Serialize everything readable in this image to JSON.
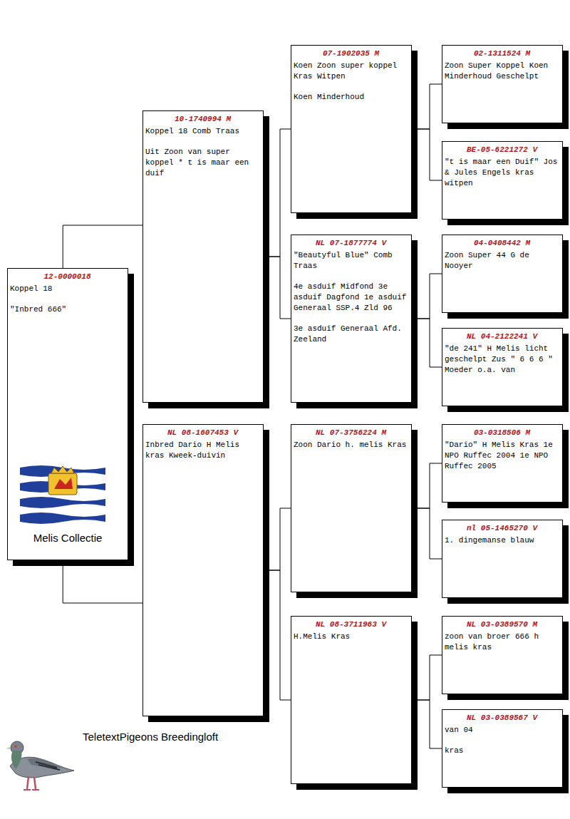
{
  "diagram": {
    "nodes": [
      {
        "text": [
          "12-0000018",
          "Koppel 18",
          "\"Inbred 666\"",
          "Melis Collectie"
        ]
      },
      {
        "text": [
          "10-1740994 M",
          "Koppel 18 Comb Traas",
          "Uit Zoon van super koppel * t is maar een duif"
        ]
      },
      {
        "text": [
          "07-1902035 M",
          "Koen Zoon super koppel Kras Witpen",
          "Koen Minderhoud"
        ]
      },
      {
        "text": [
          "02-1311524 M",
          "Zoon Super Koppel Koen Minderhoud Geschelpt"
        ]
      },
      {
        "text": [
          "BE-05-6221272 V",
          "\"t is maar een Duif\" Jos & Jules Engels kras witpen"
        ]
      },
      {
        "text": [
          "NL 07-1877774 V",
          "\"Beautyful Blue\" Comb Traas",
          "4e asduif Midfond 3e asduif Dagfond 1e asduif Generaal SSP.4 Zld 96",
          "3e asduif Generaal Afd. Zeeland"
        ]
      },
      {
        "text": [
          "04-0408442 M",
          "Zoon Super 44 G de Nooyer"
        ]
      },
      {
        "text": [
          "NL 04-2122241 V",
          "\"de 241\" H Melis licht geschelpt Zus \" 6 6 6 \" Moeder o.a. van"
        ]
      },
      {
        "text": [
          "NL 08-1607453 V",
          "Inbred Dario H Melis kras Kweek-duivin"
        ]
      },
      {
        "text": [
          "NL 07-3756224 M",
          "Zoon Dario h. melis Kras"
        ]
      },
      {
        "text": [
          "03-0318506 M",
          "\"Dario\" H Melis Kras 1e NPO Ruffec 2004 1e NPO Ruffec 2005"
        ]
      },
      {
        "text": [
          "nl 05-1465270 V",
          "1. dingemanse blauw"
        ]
      },
      {
        "text": [
          "NL 08-3711963 V",
          "H.Melis Kras"
        ]
      },
      {
        "text": [
          "NL 03-0389570 M",
          "zoon van broer 666 h melis kras"
        ]
      },
      {
        "text": [
          "NL 03-0389567 V",
          "van 04",
          "kras"
        ]
      }
    ],
    "edges": [
      {
        "from": 0,
        "to": 1,
        "arrow": "none"
      },
      {
        "from": 0,
        "to": 8,
        "arrow": "none"
      },
      {
        "from": 1,
        "to": 2,
        "arrow": "none"
      },
      {
        "from": 1,
        "to": 5,
        "arrow": "none"
      },
      {
        "from": 2,
        "to": 3,
        "arrow": "none"
      },
      {
        "from": 2,
        "to": 4,
        "arrow": "none"
      },
      {
        "from": 5,
        "to": 6,
        "arrow": "none"
      },
      {
        "from": 5,
        "to": 7,
        "arrow": "none"
      },
      {
        "from": 8,
        "to": 9,
        "arrow": "none"
      },
      {
        "from": 8,
        "to": 12,
        "arrow": "none"
      },
      {
        "from": 9,
        "to": 10,
        "arrow": "none"
      },
      {
        "from": 9,
        "to": 11,
        "arrow": "none"
      },
      {
        "from": 12,
        "to": 13,
        "arrow": "none"
      },
      {
        "from": 12,
        "to": 14,
        "arrow": "none"
      }
    ],
    "labels": [
      "TeletextPigeons Breedingloft"
    ]
  }
}
